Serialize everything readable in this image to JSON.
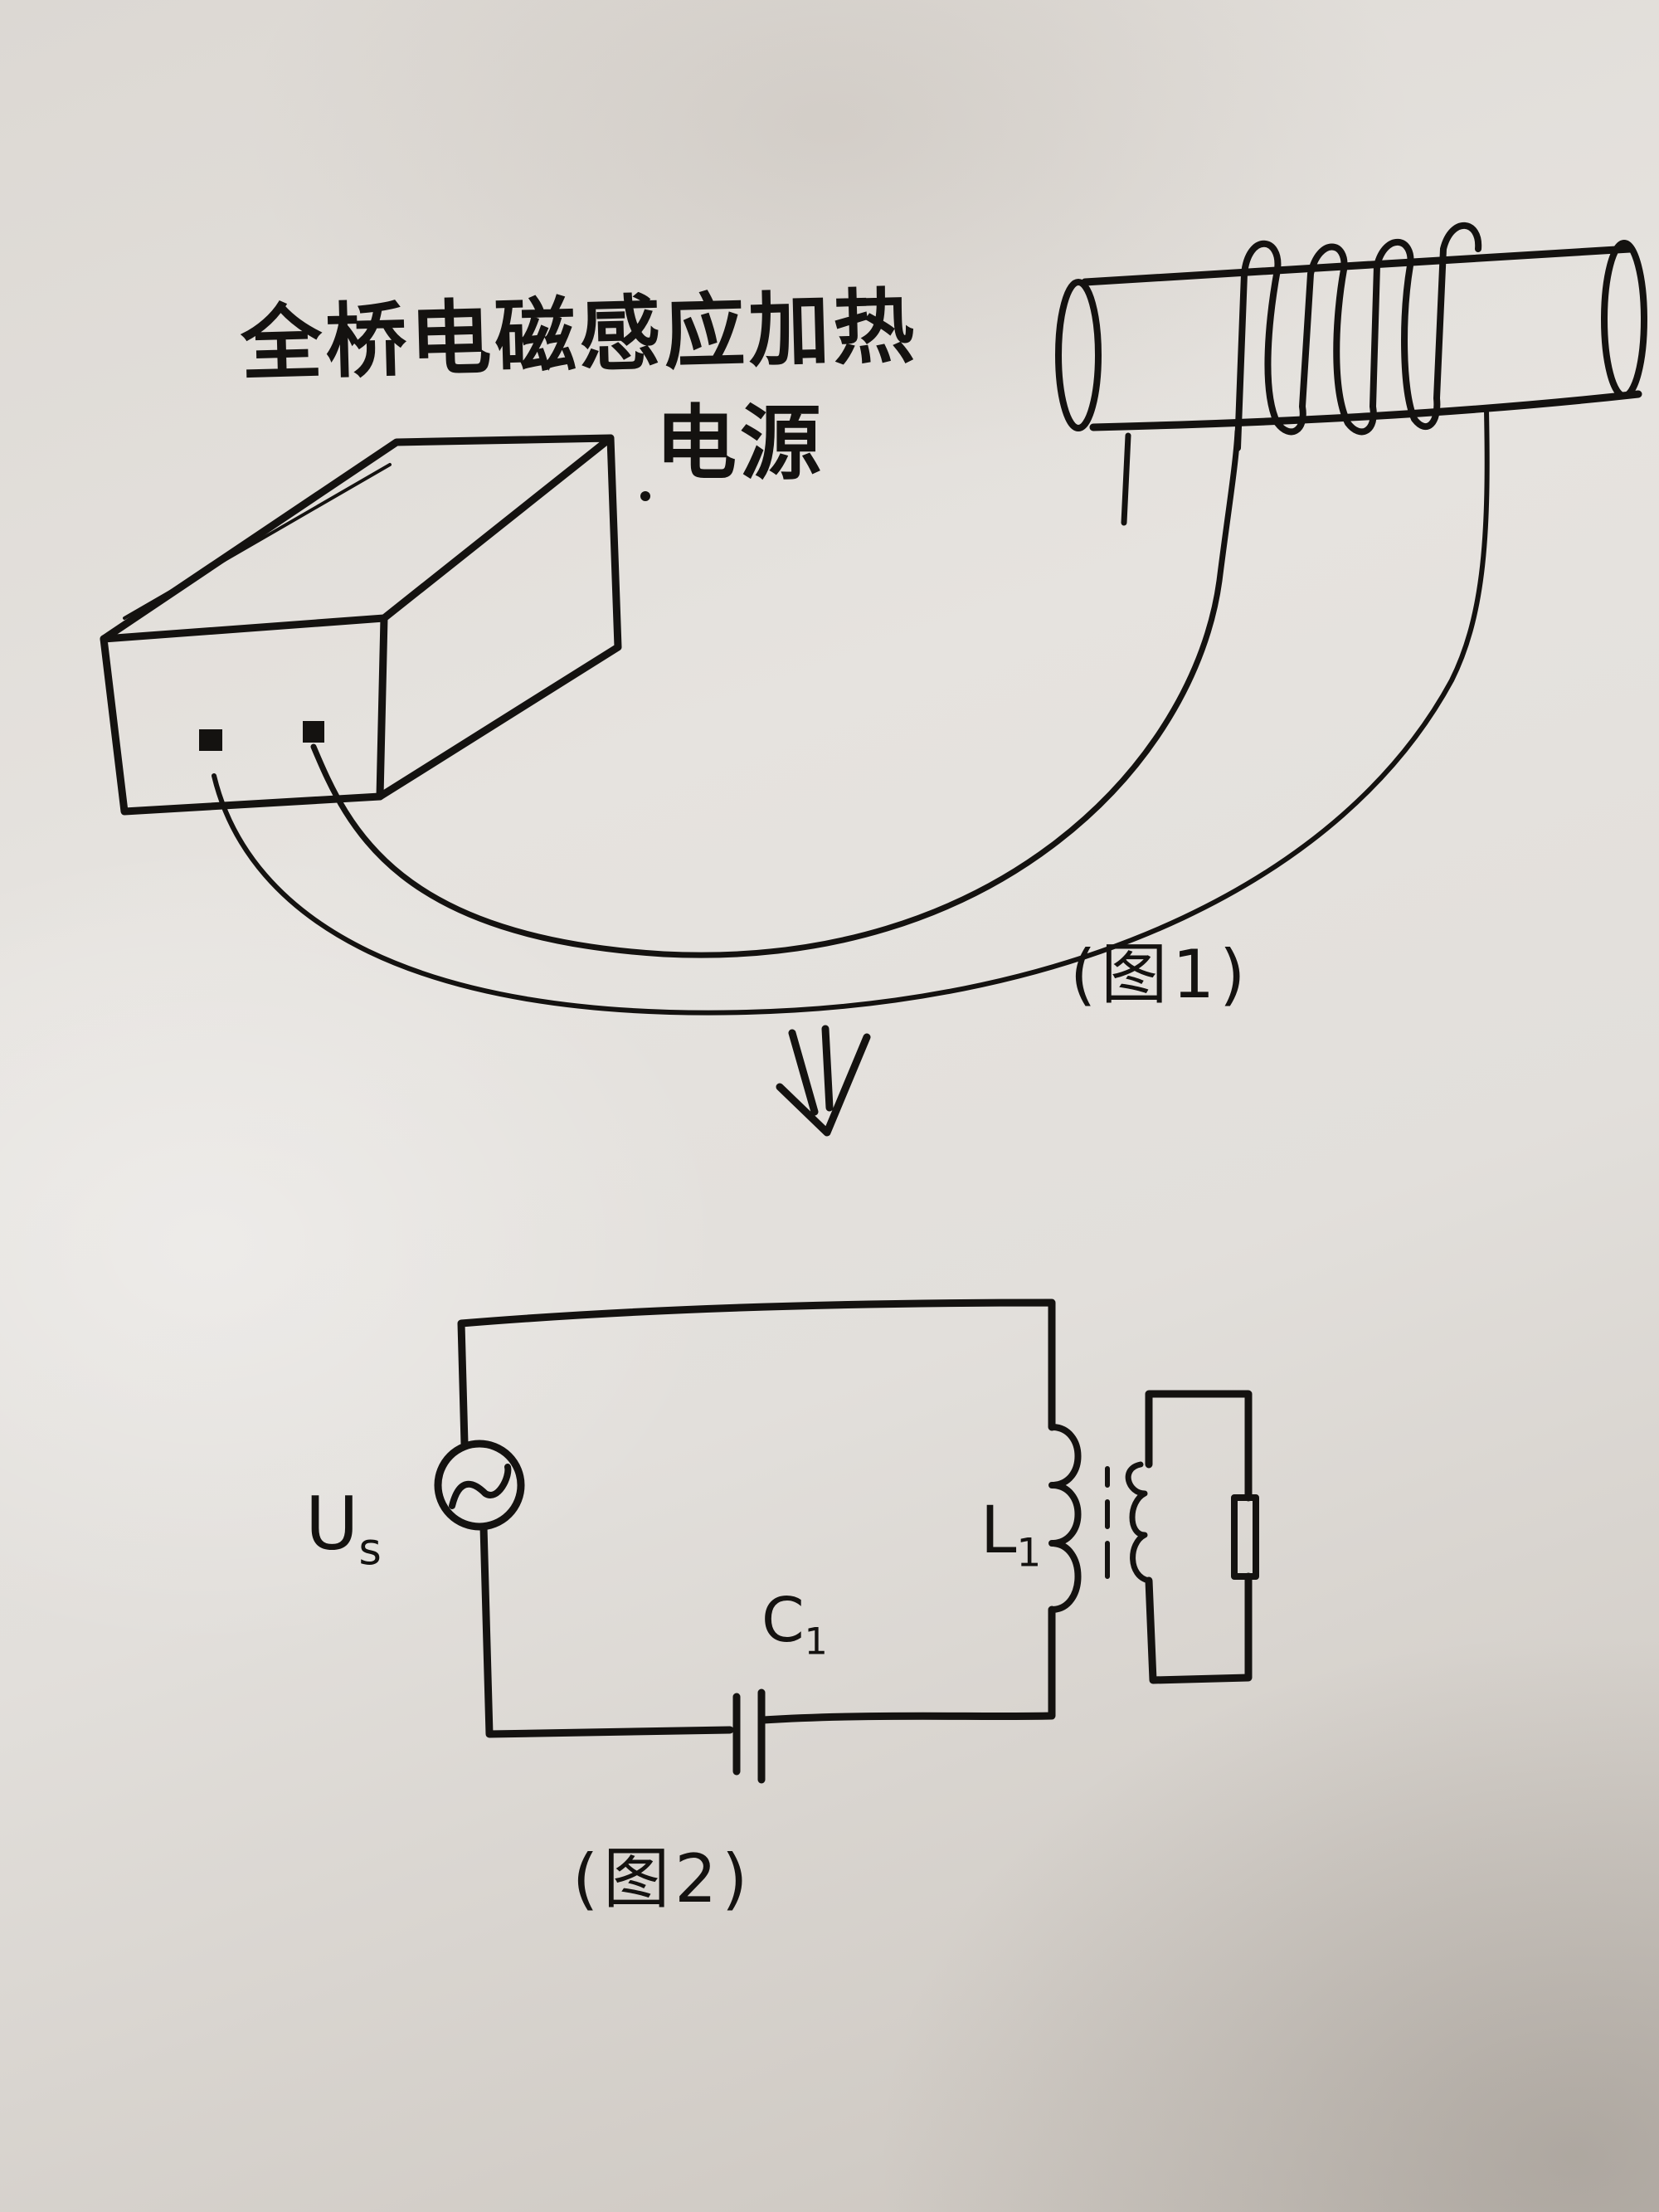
{
  "diagram": {
    "title": {
      "line1": "全桥电磁感应加热",
      "line2": "电源"
    },
    "figure1": {
      "caption": "(图1)",
      "components": [
        "power-supply-box",
        "output-terminal-left",
        "output-terminal-right",
        "cable-left",
        "cable-right",
        "tube-workpiece",
        "induction-coil"
      ],
      "coil_turns": 4
    },
    "transition_arrow": "⇓",
    "figure2": {
      "caption": "(图2)",
      "source_label": "U",
      "source_subscript": "s",
      "inductor_label": "L",
      "inductor_subscript": "1",
      "capacitor_label": "C",
      "capacitor_subscript": "1",
      "components": [
        "ac-voltage-source",
        "series-capacitor",
        "induction-coil-inductor",
        "coupled-secondary-coil",
        "load-resistor"
      ]
    },
    "colors": {
      "ink": "#141210",
      "paper": "#e3e0dc",
      "paper_shadow": "#b9b2aa"
    }
  }
}
